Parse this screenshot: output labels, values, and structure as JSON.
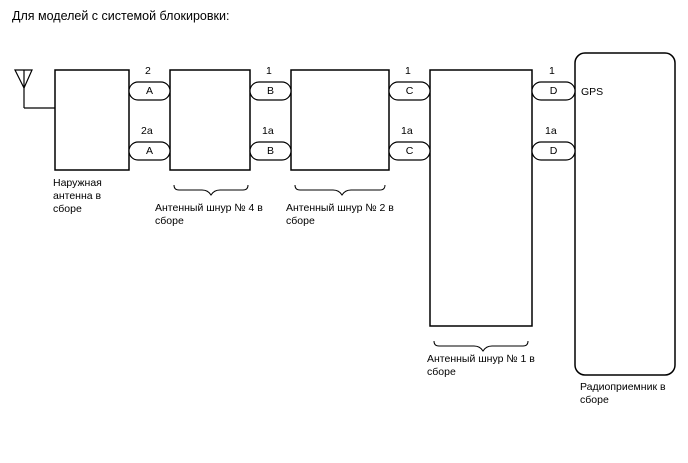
{
  "title": "Для моделей с системой блокировки:",
  "components": {
    "outer_antenna": [
      "Наружная",
      "антенна в",
      "сборе"
    ],
    "cord4": [
      "Антенный шнур № 4 в",
      "сборе"
    ],
    "cord2": [
      "Антенный шнур № 2 в",
      "сборе"
    ],
    "cord1": [
      "Антенный шнур № 1 в",
      "сборе"
    ],
    "receiver": [
      "Радиоприемник в",
      "сборе"
    ]
  },
  "receiver_port": "GPS",
  "connectors": {
    "A": {
      "name": "A",
      "top_pin": "2",
      "bottom_pin": "2a"
    },
    "B": {
      "name": "B",
      "top_pin": "1",
      "bottom_pin": "1a"
    },
    "C": {
      "name": "C",
      "top_pin": "1",
      "bottom_pin": "1a"
    },
    "D": {
      "name": "D",
      "top_pin": "1",
      "bottom_pin": "1a"
    }
  }
}
